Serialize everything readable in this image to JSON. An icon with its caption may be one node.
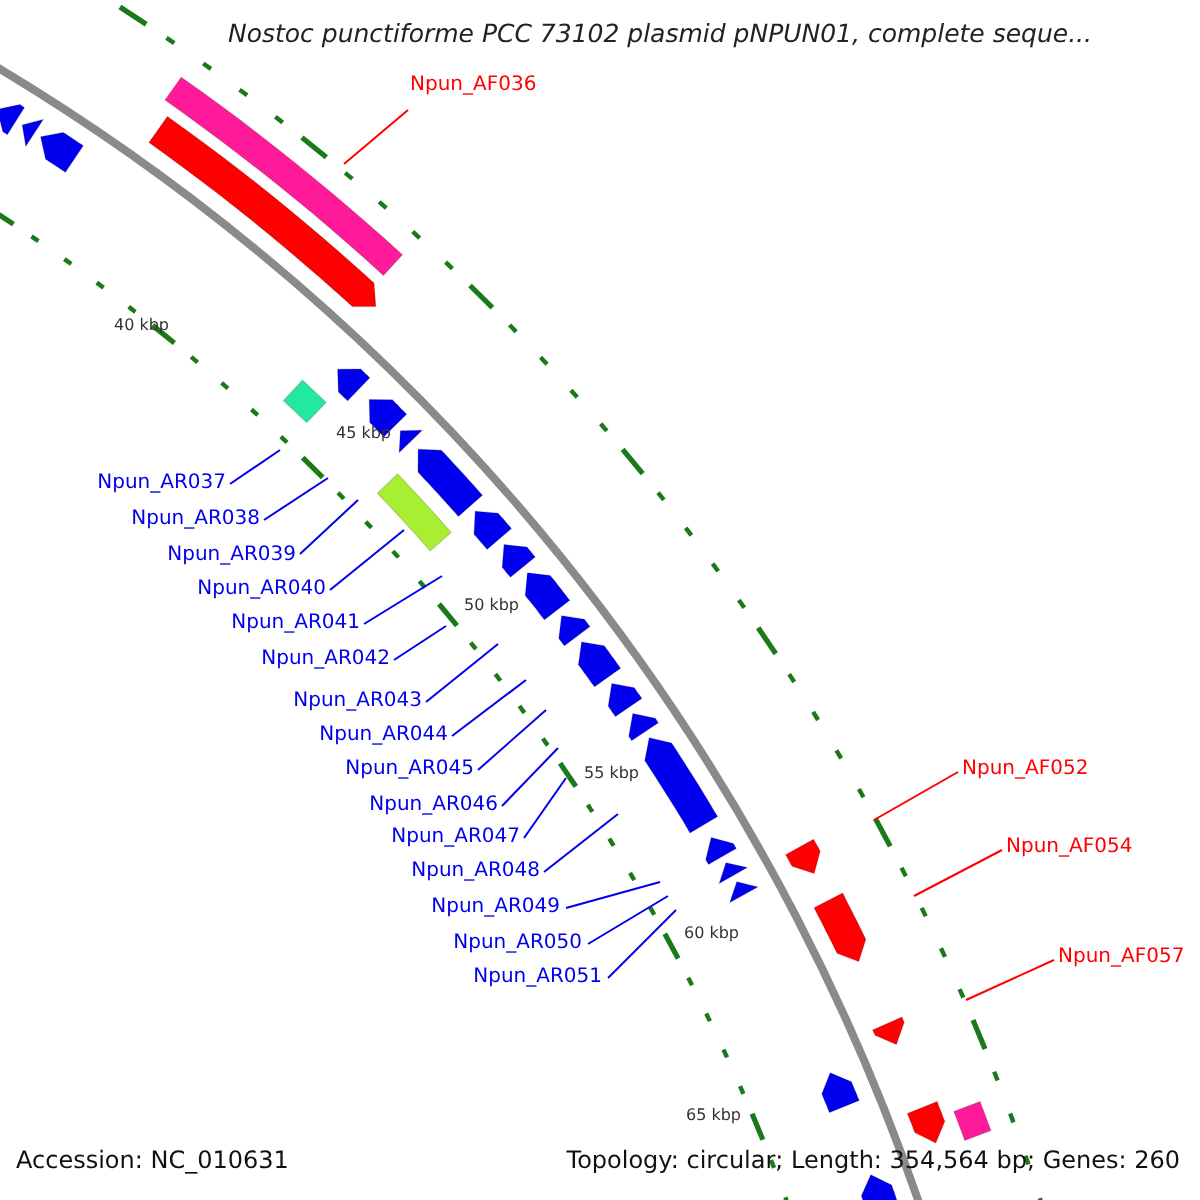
{
  "diagram": {
    "title": "Nostoc punctiforme PCC 73102 plasmid pNPUN01, complete seque...",
    "nodes": [
      {
        "text": [
          "Npun_AF036"
        ]
      },
      {
        "text": [
          "Npun_AR037"
        ]
      },
      {
        "text": [
          "Npun_AR038"
        ]
      },
      {
        "text": [
          "Npun_AR039"
        ]
      },
      {
        "text": [
          "Npun_AR040"
        ]
      },
      {
        "text": [
          "Npun_AR041"
        ]
      },
      {
        "text": [
          "Npun_AR042"
        ]
      },
      {
        "text": [
          "Npun_AR043"
        ]
      },
      {
        "text": [
          "Npun_AR044"
        ]
      },
      {
        "text": [
          "Npun_AR045"
        ]
      },
      {
        "text": [
          "Npun_AR046"
        ]
      },
      {
        "text": [
          "Npun_AR047"
        ]
      },
      {
        "text": [
          "Npun_AR048"
        ]
      },
      {
        "text": [
          "Npun_AR049"
        ]
      },
      {
        "text": [
          "Npun_AR050"
        ]
      },
      {
        "text": [
          "Npun_AR051"
        ]
      },
      {
        "text": [
          "Npun_AF052"
        ]
      },
      {
        "text": [
          "Npun_AF054"
        ]
      },
      {
        "text": [
          "Npun_AF057"
        ]
      }
    ],
    "edges": [
      {
        "from": 0,
        "to": null,
        "arrow": "none",
        "color": "#ff0000"
      },
      {
        "from": 1,
        "to": null,
        "arrow": "none"
      },
      {
        "from": 2,
        "to": null,
        "arrow": "none"
      },
      {
        "from": 3,
        "to": null,
        "arrow": "none"
      },
      {
        "from": 4,
        "to": null,
        "arrow": "none"
      },
      {
        "from": 5,
        "to": null,
        "arrow": "none"
      },
      {
        "from": 6,
        "to": null,
        "arrow": "none"
      },
      {
        "from": 7,
        "to": null,
        "arrow": "none"
      },
      {
        "from": 8,
        "to": null,
        "arrow": "none"
      },
      {
        "from": 9,
        "to": null,
        "arrow": "none"
      },
      {
        "from": 10,
        "to": null,
        "arrow": "none"
      },
      {
        "from": 11,
        "to": null,
        "arrow": "none"
      },
      {
        "from": 12,
        "to": null,
        "arrow": "none"
      },
      {
        "from": 13,
        "to": null,
        "arrow": "none"
      },
      {
        "from": 14,
        "to": null,
        "arrow": "none"
      },
      {
        "from": 15,
        "to": null,
        "arrow": "none"
      },
      {
        "from": 16,
        "to": null,
        "arrow": "none",
        "color": "#ff0000"
      },
      {
        "from": 17,
        "to": null,
        "arrow": "none",
        "color": "#ff0000"
      },
      {
        "from": 18,
        "to": null,
        "arrow": "none",
        "color": "#ff0000"
      }
    ],
    "labels": [
      "40 kbp",
      "45 kbp",
      "50 kbp",
      "55 kbp",
      "60 kbp",
      "65 kbp",
      "Accession: NC_010631",
      "Topology: circular; Length: 354,564 bp; Genes: 260"
    ]
  }
}
